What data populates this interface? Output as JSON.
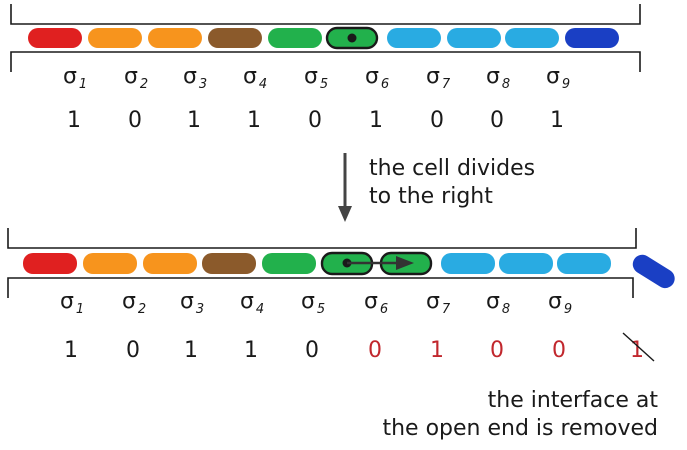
{
  "captions": {
    "divide_line1": "the cell divides",
    "divide_line2": "to the right",
    "removed_line1": "the interface at",
    "removed_line2": "the open end is removed"
  },
  "sigma_symbol": "σ",
  "sigma_indices": [
    "1",
    "2",
    "3",
    "4",
    "5",
    "6",
    "7",
    "8",
    "9"
  ],
  "top": {
    "cell_colors": [
      "#e02020",
      "#f7941d",
      "#f7941d",
      "#8b5a2b",
      "#22b14c",
      "#22b14c",
      "#29abe2",
      "#29abe2",
      "#29abe2",
      "#1a3fc4"
    ],
    "dividing_cell_index": 5,
    "values": [
      "1",
      "0",
      "1",
      "1",
      "0",
      "1",
      "0",
      "0",
      "1"
    ]
  },
  "bottom": {
    "cell_colors": [
      "#e02020",
      "#f7941d",
      "#f7941d",
      "#8b5a2b",
      "#22b14c",
      "#22b14c",
      "#22b14c",
      "#29abe2",
      "#29abe2",
      "#29abe2"
    ],
    "values": [
      "1",
      "0",
      "1",
      "1",
      "0",
      "0",
      "1",
      "0",
      "0"
    ],
    "value_colors": [
      "#1a1a1a",
      "#1a1a1a",
      "#1a1a1a",
      "#1a1a1a",
      "#1a1a1a",
      "#c1272d",
      "#c1272d",
      "#c1272d",
      "#c1272d"
    ],
    "removed_value": "1",
    "removed_value_color": "#c1272d",
    "ejected_cell_color": "#1a3fc4"
  },
  "outline_color": "#1a1a1a",
  "arrow_color": "#444444"
}
